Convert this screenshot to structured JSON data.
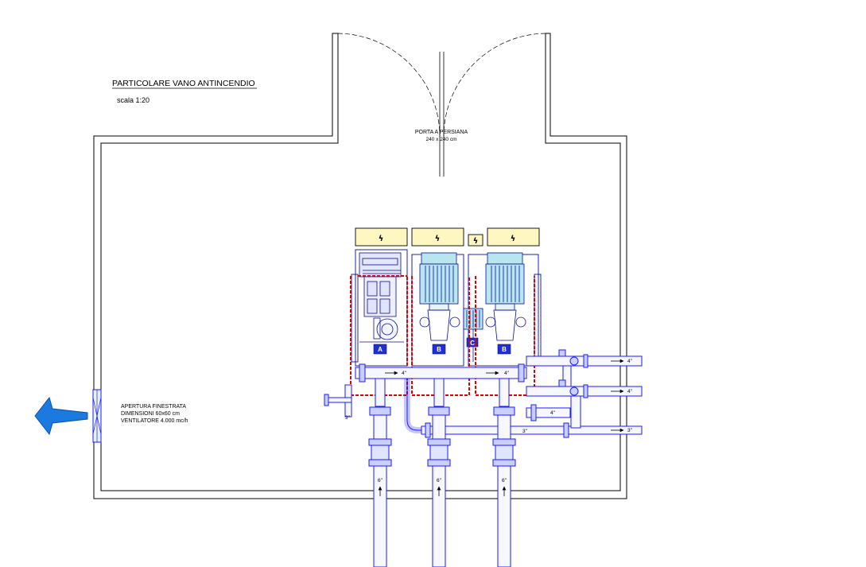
{
  "title": "PARTICOLARE VANO ANTINCENDIO",
  "scale": "scala 1:20",
  "door": {
    "label": "PORTA A PERSIANA",
    "size": "240 x 240 cm"
  },
  "window": {
    "line1": "APERTURA FINESTRATA",
    "line2": "DIMENSIONI 60x60 cm",
    "line3": "VENTILATORE 4.000 mc/h"
  },
  "pump_tags": [
    "A",
    "B",
    "C",
    "B"
  ],
  "electrical_symbol": "ϟ",
  "pipe_sizes": {
    "collector_left": "4\"",
    "collector_right": "4\"",
    "outlet_upper": "4\"",
    "outlet_lower": "4\"",
    "test_line": "4\"",
    "return_line": "3\"",
    "return_outlet": "3\"",
    "drain": "3\"",
    "suction": [
      "6\"",
      "6\"",
      "6\""
    ]
  },
  "colors": {
    "walls": "#000000",
    "piping": "#1a1aff",
    "pump_outline": "#0a0a9e",
    "heating_trace": "#e00000",
    "panel_fill": "#fff7c2",
    "motor_fill": "#b7e6f0",
    "tag_fill": "#1f2fd0",
    "arrow_fill": "#1a7ae0"
  }
}
